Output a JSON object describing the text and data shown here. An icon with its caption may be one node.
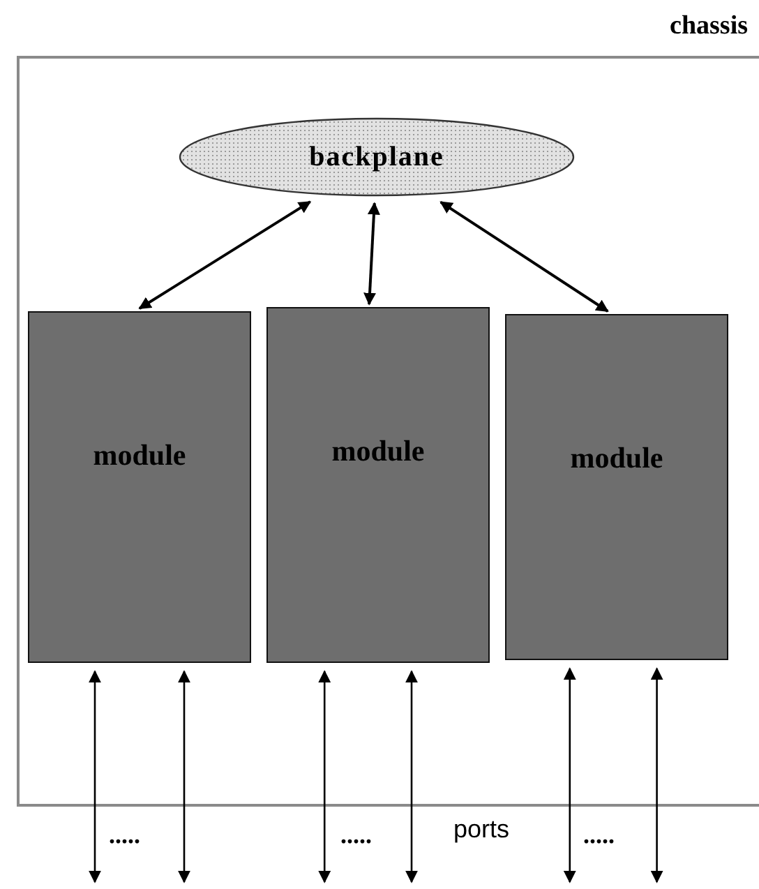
{
  "diagram": {
    "nodes": [
      {
        "text": [
          "chassis"
        ]
      },
      {
        "text": [
          "backplane"
        ],
        "in": 0
      },
      {
        "text": [
          "module"
        ],
        "in": 0
      },
      {
        "text": [
          "module"
        ],
        "in": 0
      },
      {
        "text": [
          "module"
        ],
        "in": 0
      }
    ],
    "edges": [
      {
        "from": 1,
        "to": 2,
        "arrow": "both"
      },
      {
        "from": 1,
        "to": 3,
        "arrow": "both"
      },
      {
        "from": 1,
        "to": 4,
        "arrow": "both"
      },
      {
        "from": 2,
        "to": null,
        "arrow": "both"
      },
      {
        "from": 2,
        "to": null,
        "arrow": "both"
      },
      {
        "from": 3,
        "to": null,
        "arrow": "both"
      },
      {
        "from": 3,
        "to": null,
        "arrow": "both"
      },
      {
        "from": 4,
        "to": null,
        "arrow": "both"
      },
      {
        "from": 4,
        "to": null,
        "arrow": "both"
      }
    ],
    "labels": [
      ".....",
      ".....",
      "ports",
      "....."
    ]
  }
}
